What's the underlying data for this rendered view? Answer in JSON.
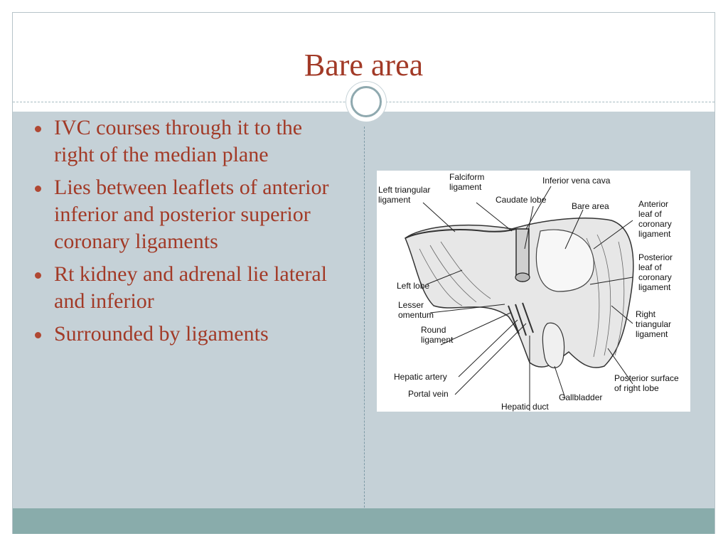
{
  "slide": {
    "title": "Bare area",
    "bullets": [
      "IVC courses through it to the right of the median plane",
      "Lies between leaflets of anterior inferior and posterior superior coronary ligaments",
      "Rt kidney and adrenal lie lateral and inferior",
      "Surrounded by ligaments"
    ]
  },
  "figure": {
    "labels": {
      "left_triangular": "Left triangular\nligament",
      "falciform": "Falciform\nligament",
      "ivc": "Inferior vena cava",
      "caudate": "Caudate lobe",
      "bare_area": "Bare area",
      "anterior_leaf": "Anterior\nleaf of\ncoronary\nligament",
      "posterior_leaf": "Posterior\nleaf of\ncoronary\nligament",
      "left_lobe": "Left lobe",
      "lesser_omentum": "Lesser\nomentum",
      "round_ligament": "Round\nligament",
      "right_triangular": "Right\ntriangular\nligament",
      "hepatic_artery": "Hepatic artery",
      "portal_vein": "Portal vein",
      "gallbladder": "Gallbladder",
      "posterior_surface": "Posterior surface\nof right lobe",
      "hepatic_duct": "Hepatic duct"
    }
  }
}
